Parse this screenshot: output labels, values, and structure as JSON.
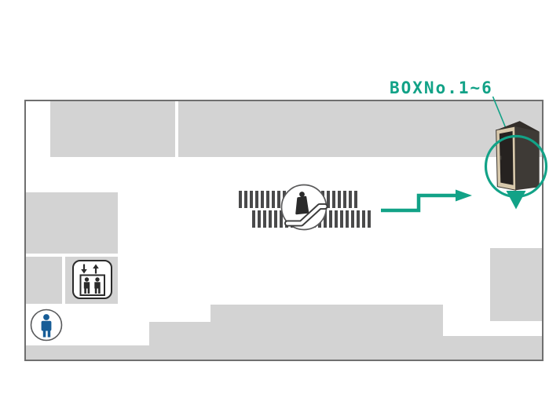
{
  "annotation": {
    "label": "BOXNo.1~6"
  },
  "map": {
    "type": "floor-guide-map",
    "area_block_count": 10
  },
  "icons": {
    "escalator": "escalator pictogram in circle between hatched stair rows",
    "elevator": "elevator pictogram with down and up arrows",
    "current_position": "blue standing person in circle",
    "destination": "phone booth with teal ring and pointer"
  },
  "colors": {
    "accent_teal": "#12a287",
    "area_gray": "#d3d3d3",
    "map_border": "#6f6f6f",
    "stripe_dark": "#4a4a4b",
    "pictogram_dark": "#2b2b2b",
    "icon_ring_gray": "#58595b",
    "person_blue": "#175d97",
    "booth_body": "#3e3a36",
    "booth_top": "#332e2a",
    "booth_frame": "#d8c9ac",
    "booth_window": "#262220"
  }
}
